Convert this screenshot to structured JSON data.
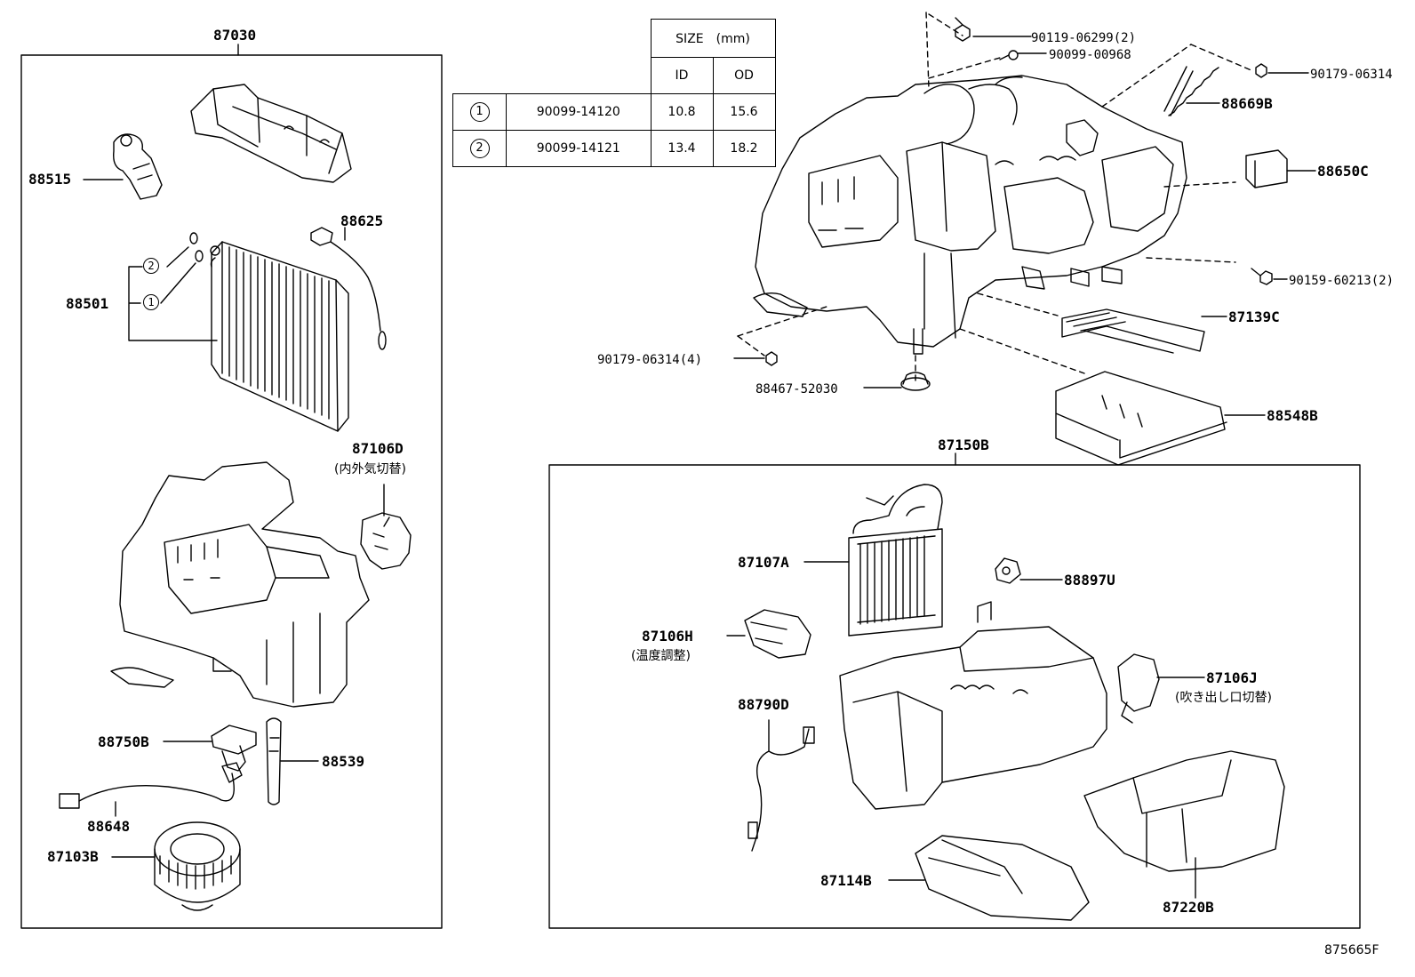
{
  "assembly_labels": {
    "unit_87030": "87030",
    "unit_87150B": "87150B"
  },
  "size_table": {
    "header": "SIZE　(mm)",
    "col_id": "ID",
    "col_od": "OD",
    "rows": [
      {
        "ref": "1",
        "part": "90099-14120",
        "id": "10.8",
        "od": "15.6"
      },
      {
        "ref": "2",
        "part": "90099-14121",
        "id": "13.4",
        "od": "18.2"
      }
    ]
  },
  "parts_left": {
    "p88515": "88515",
    "p88625": "88625",
    "p88501": "88501",
    "ring2": "2",
    "ring1": "1",
    "p87106D": "87106D",
    "p87106D_note": "(内外気切替)",
    "p88750B": "88750B",
    "p88539": "88539",
    "p88648": "88648",
    "p87103B": "87103B"
  },
  "parts_top_right": {
    "p90119": "90119-06299(2)",
    "p90099": "90099-00968",
    "p90179a": "90179-06314",
    "p88669B": "88669B",
    "p88650C": "88650C",
    "p90159": "90159-60213(2)",
    "p87139C": "87139C",
    "p90179b": "90179-06314(4)",
    "p88467": "88467-52030",
    "p88548B": "88548B"
  },
  "parts_bottom_right": {
    "p87107A": "87107A",
    "p88897U": "88897U",
    "p87106H": "87106H",
    "p87106H_note": "(温度調整)",
    "p87106J": "87106J",
    "p87106J_note": "(吹き出し口切替)",
    "p88790D": "88790D",
    "p87114B": "87114B",
    "p87220B": "87220B"
  },
  "figure_code": "875665F"
}
